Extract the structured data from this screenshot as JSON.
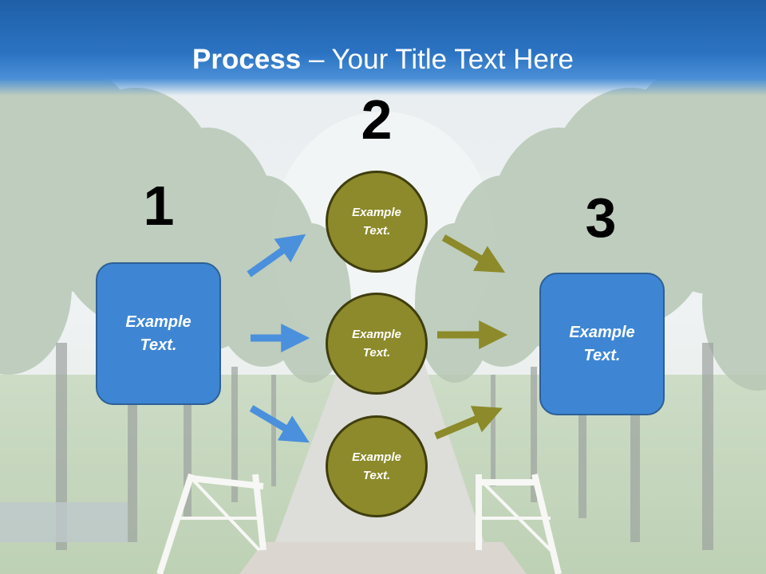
{
  "title": {
    "bold": "Process",
    "rest": " – Your Title Text Here"
  },
  "steps": [
    {
      "number": "1",
      "text": "Example Text."
    },
    {
      "number": "2",
      "text": "Example Text."
    },
    {
      "number": "3",
      "text": "Example Text."
    }
  ],
  "circles": [
    {
      "text": "Example Text."
    },
    {
      "text": "Example Text."
    },
    {
      "text": "Example Text."
    }
  ],
  "colors": {
    "header": "#2b73c2",
    "box_fill": "#3e86d4",
    "box_border": "#2e5f96",
    "circle_fill": "#8c8a2a",
    "circle_border": "#3f3d0f",
    "arrow_blue": "#4a90dc",
    "arrow_olive": "#8c8a2a"
  },
  "background": "faded-photo-tree-lined-path-with-white-bridge"
}
